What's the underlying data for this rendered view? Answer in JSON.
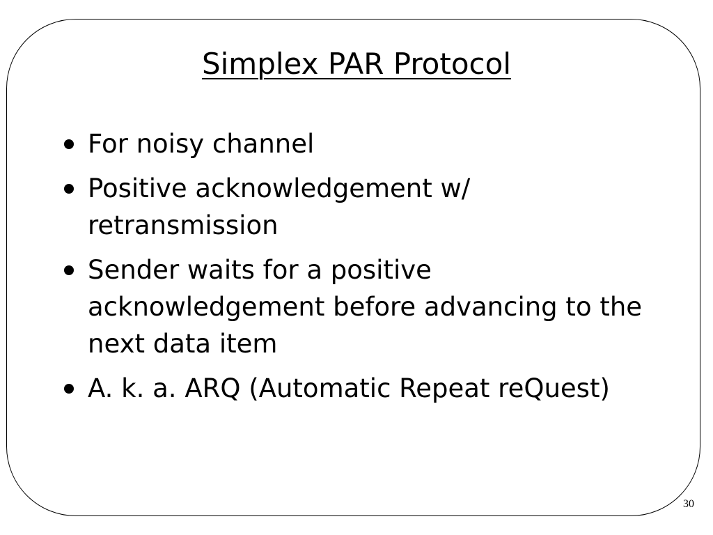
{
  "slide": {
    "title": "Simplex PAR Protocol",
    "bullets": [
      "For noisy channel",
      "Positive acknowledgement w/ retransmission",
      "Sender waits for a positive acknowledgement before advancing to the next data item",
      "A. k. a. ARQ (Automatic Repeat reQuest)"
    ],
    "page_number": "30"
  }
}
